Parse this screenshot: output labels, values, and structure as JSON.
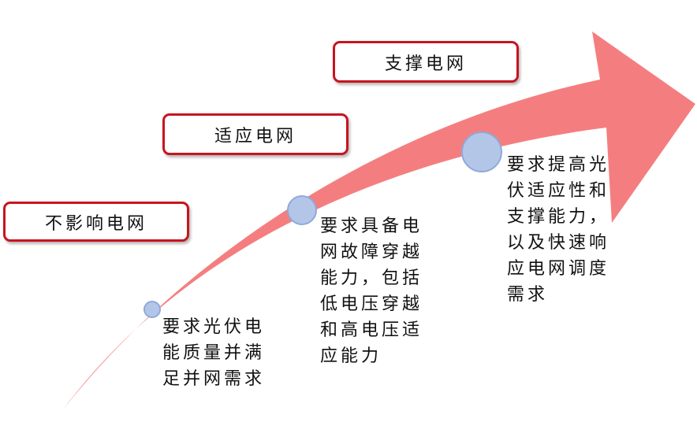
{
  "colors": {
    "arrow": "#f47e7f",
    "box_border": "#c8141e",
    "dot_fill": "#b4c6e7"
  },
  "stages": [
    {
      "title": "不影响电网",
      "description": "要求光伏电能质量并满足并网需求"
    },
    {
      "title": "适应电网",
      "description": "要求具备电网故障穿越能力，包括低电压穿越和高电压适应能力"
    },
    {
      "title": "支撑电网",
      "description": "要求提高光伏适应性和支撑能力，以及快速响应电网调度需求"
    }
  ]
}
